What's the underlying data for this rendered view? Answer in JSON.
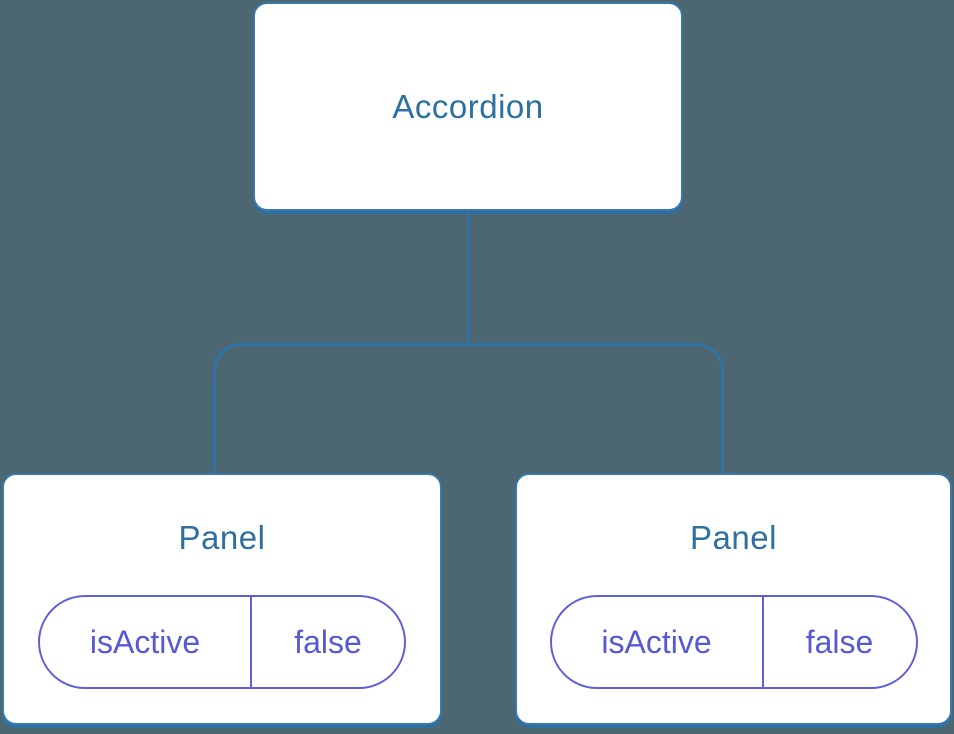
{
  "diagram": {
    "type": "component-tree",
    "root": {
      "label": "Accordion"
    },
    "children": [
      {
        "label": "Panel",
        "prop": {
          "name": "isActive",
          "value": "false"
        }
      },
      {
        "label": "Panel",
        "prop": {
          "name": "isActive",
          "value": "false"
        }
      }
    ]
  },
  "colors": {
    "background": "#4C6772",
    "card_background": "#FFFFFF",
    "card_border": "#3878AB",
    "card_shadow": "#2E6FA3",
    "title_text": "#2E709F",
    "connector": "#2F74A8",
    "pill_border": "#5E60D8",
    "pill_text": "#5659D4"
  }
}
